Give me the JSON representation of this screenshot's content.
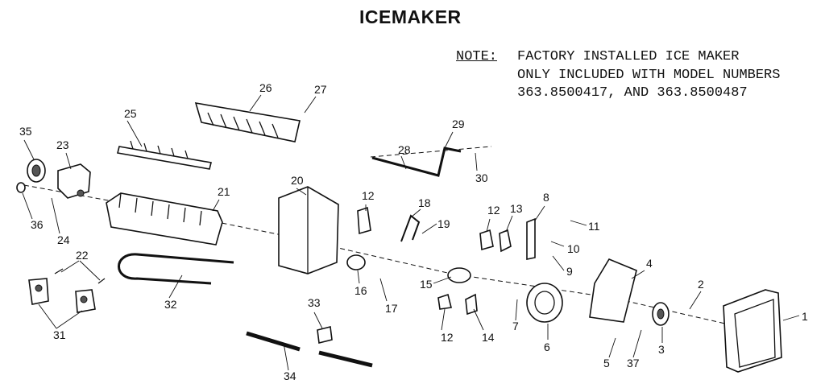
{
  "title": "ICEMAKER",
  "note": {
    "label": "NOTE:",
    "lines": [
      "FACTORY INSTALLED ICE MAKER",
      "ONLY INCLUDED WITH MODEL NUMBERS",
      "363.8500417, AND 363.8500487"
    ]
  },
  "callouts": [
    "1",
    "2",
    "3",
    "4",
    "5",
    "6",
    "7",
    "8",
    "9",
    "10",
    "11",
    "12",
    "12",
    "12",
    "13",
    "14",
    "15",
    "16",
    "17",
    "18",
    "19",
    "20",
    "21",
    "22",
    "23",
    "24",
    "25",
    "26",
    "27",
    "28",
    "29",
    "30",
    "31",
    "32",
    "33",
    "34",
    "35",
    "36",
    "37"
  ]
}
